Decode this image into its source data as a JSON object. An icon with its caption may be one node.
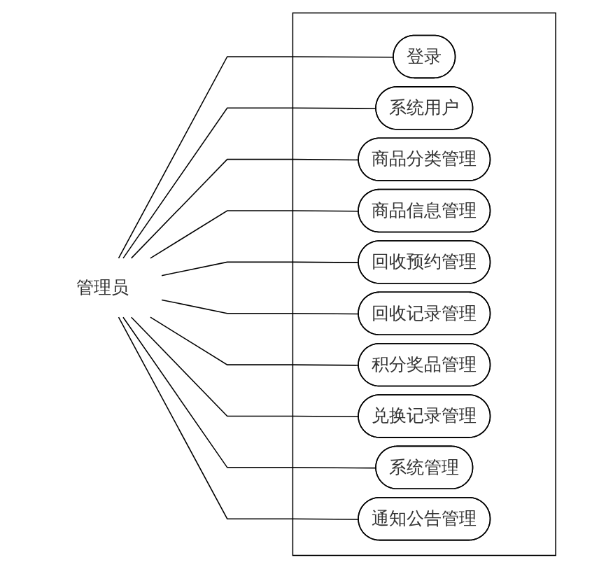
{
  "diagram": {
    "nodes": [
      {
        "text": [
          "管理员"
        ]
      },
      {
        "text": [],
        "shape": "box"
      },
      {
        "text": [
          "登录"
        ],
        "in": 1
      },
      {
        "text": [
          "系统用户"
        ],
        "in": 1
      },
      {
        "text": [
          "商品分类管理"
        ],
        "in": 1
      },
      {
        "text": [
          "商品信息管理"
        ],
        "in": 1
      },
      {
        "text": [
          "回收预约管理"
        ],
        "in": 1
      },
      {
        "text": [
          "回收记录管理"
        ],
        "in": 1
      },
      {
        "text": [
          "积分奖品管理"
        ],
        "in": 1
      },
      {
        "text": [
          "兑换记录管理"
        ],
        "in": 1
      },
      {
        "text": [
          "系统管理"
        ],
        "in": 1
      },
      {
        "text": [
          "通知公告管理"
        ],
        "in": 1
      }
    ],
    "edges": [
      {
        "from": 0,
        "to": 2,
        "arrow": "none"
      },
      {
        "from": 0,
        "to": 3,
        "arrow": "none"
      },
      {
        "from": 0,
        "to": 4,
        "arrow": "none"
      },
      {
        "from": 0,
        "to": 5,
        "arrow": "none"
      },
      {
        "from": 0,
        "to": 6,
        "arrow": "none"
      },
      {
        "from": 0,
        "to": 7,
        "arrow": "none"
      },
      {
        "from": 0,
        "to": 8,
        "arrow": "none"
      },
      {
        "from": 0,
        "to": 9,
        "arrow": "none"
      },
      {
        "from": 0,
        "to": 10,
        "arrow": "none"
      },
      {
        "from": 0,
        "to": 11,
        "arrow": "none"
      }
    ]
  }
}
